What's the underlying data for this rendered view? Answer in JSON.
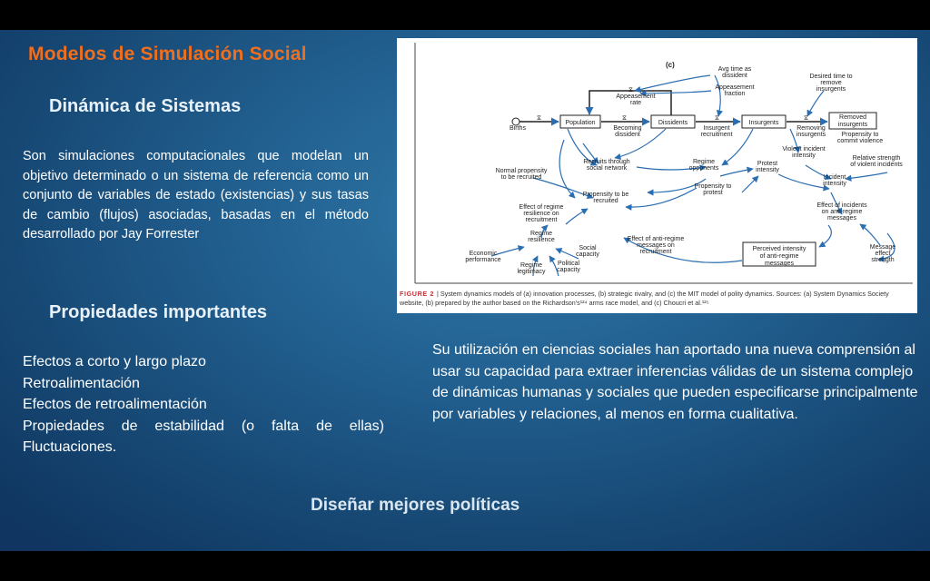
{
  "slide": {
    "deck_title": "Modelos de Simulación Social",
    "section_title": "Dinámica de Sistemas",
    "description": "Son simulaciones computacionales que modelan un objetivo determinado o un sistema de referencia como un conjunto de variables de estado (existencias) y sus tasas de cambio (flujos) asociadas, basadas en el método desarrollado por Jay Forrester",
    "properties_title": "Propiedades importantes",
    "properties": [
      "Efectos a corto y largo plazo",
      "Retroalimentación",
      "Efectos de retroalimentación",
      "Propiedades de estabilidad (o falta de ellas)",
      "Fluctuaciones."
    ],
    "usage_text": "Su utilización en ciencias sociales han aportado una nueva comprensión al usar su capacidad para extraer inferencias válidas de un sistema complejo de dinámicas humanas y sociales que pueden especificarse principalmente por variables y relaciones, al menos en forma cualitativa.",
    "highlight": "Diseñar mejores políticas"
  },
  "figure": {
    "panel_label": "(c)",
    "stocks": {
      "population": "Population",
      "dissidents": "Dissidents",
      "insurgents": "Insurgents",
      "removed": "Removed insurgents",
      "perceived": "Perceived intensity of anti-regime messages"
    },
    "variables": {
      "births": "Births",
      "becoming_dissident": "Becoming dissident",
      "insurgent_recruitment": "Insurgent recruitment",
      "removing_insurgents": "Removing insurgents",
      "avg_time": "Avg time as dissident",
      "appeasement_fraction": "Appeasement fraction",
      "appeasement_rate": "Appeasement rate",
      "desired_time": "Desired time to remove insurgents",
      "propensity_violence": "Propensity to commit violence",
      "violent_incident": "Violent incident intensity",
      "relative_strength": "Relative strength of violent incidents",
      "incident_intensity": "Incident intensity",
      "effect_incidents": "Effect of incidents on anti-regime messages",
      "message_effect": "Message effect strength",
      "recruits_network": "Recruits through social network",
      "regime_opponents": "Regime opponents",
      "protest_intensity": "Protest intensity",
      "propensity_protest": "Propensity to protest",
      "normal_propensity": "Normal propensity to be recruited",
      "propensity_recruited": "Propensity to be recruited",
      "effect_resilience": "Effect of regime resilience on recruitment",
      "regime_resilience": "Regime resilience",
      "economic": "Economic performance",
      "legitimacy": "Regime legitimacy",
      "political": "Political capacity",
      "social": "Social capacity",
      "effect_antiregime": "Effect of anti-regime messages on recruitment"
    },
    "caption": {
      "label": "FIGURE 2",
      "text": "| System dynamics models of (a) innovation processes, (b) strategic rivalry, and (c) the MIT model of polity dynamics. Sources: (a) System Dynamics Society website, (b) prepared by the author based on the Richardson's¹²⁴ arms race model, and (c) Choucri et al.¹²⁵"
    }
  },
  "colors": {
    "title_orange": "#f06f1e",
    "arrow_blue": "#2a6db0",
    "caption_red": "#c8323a"
  }
}
